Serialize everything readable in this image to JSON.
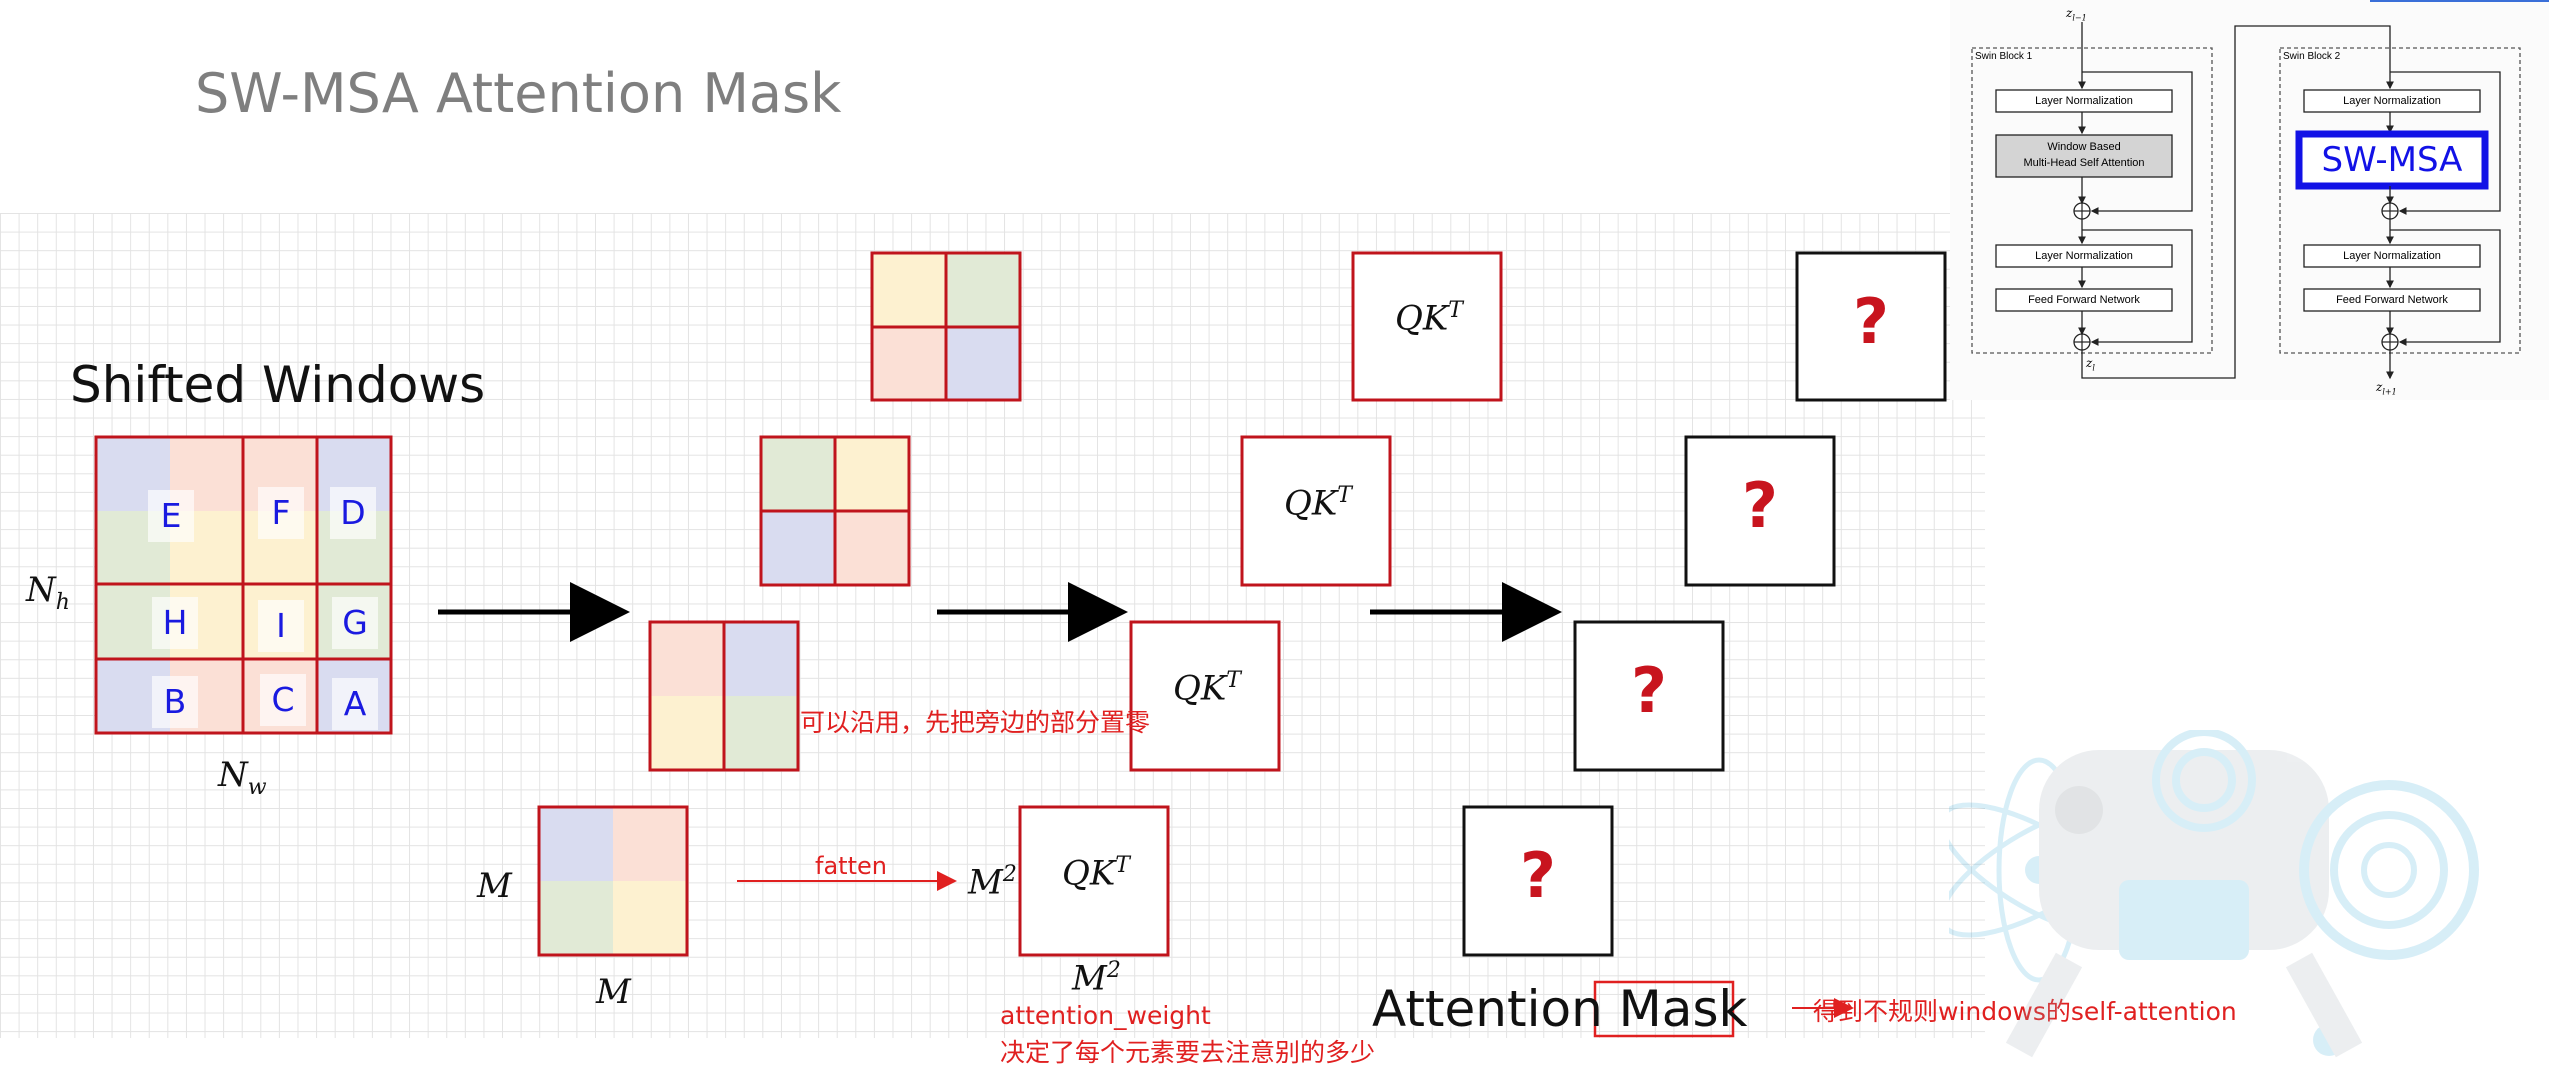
{
  "slide": {
    "title": "SW-MSA Attention Mask"
  },
  "shifted_windows": {
    "title": "Shifted Windows",
    "cells": [
      "E",
      "F",
      "D",
      "H",
      "I",
      "G",
      "B",
      "C",
      "A"
    ],
    "nh_label": "N",
    "nh_sub": "h",
    "nw_label": "N",
    "nw_sub": "w"
  },
  "window": {
    "m_left": "M",
    "m_bottom": "M"
  },
  "flatten": {
    "label": "fatten",
    "m2_label": "M",
    "m2_sup": "2"
  },
  "qk": {
    "label": "QK",
    "sup": "T",
    "m2_bottom": "M",
    "m2_bottom_sup": "2"
  },
  "notes": {
    "reuse": "可以沿用，先把旁边的部分置零",
    "attention_weight": "attention_weight",
    "attention_desc": "决定了每个元素要去注意别的多少",
    "mask_result": "得到不规则windows的self-attention"
  },
  "mask": {
    "word1": "Attention",
    "word2": "Mask",
    "qmark": "?"
  },
  "swin_diagram": {
    "z_in": "z",
    "z_in_sub": "l−1",
    "z_mid": "z",
    "z_mid_sub": "l",
    "z_out": "z",
    "z_out_sub": "l+1",
    "block1_title": "Swin Block 1",
    "block2_title": "Swin Block 2",
    "layer_norm": "Layer Normalization",
    "wmsa_line1": "Window Based",
    "wmsa_line2": "Multi-Head Self Attention",
    "swmsa": "SW-MSA",
    "ffn": "Feed Forward Network",
    "plus": "⊕"
  },
  "colors": {
    "red_border": "#c0141c",
    "blue_text": "#1a1ae0",
    "note_red": "#e02020",
    "tint_blue": "#d9dcf0",
    "tint_peach": "#fbe0d6",
    "tint_green": "#e1ead6",
    "tint_yellow": "#fdf1d0"
  }
}
